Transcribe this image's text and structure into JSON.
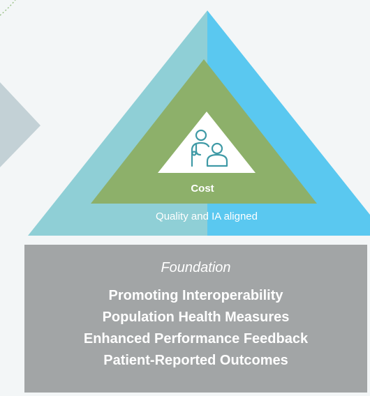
{
  "pyramid": {
    "top_label": "Cost",
    "middle_label": "Quality and IA aligned",
    "icon": "doctor-patient-icon"
  },
  "foundation": {
    "title": "Foundation",
    "items": [
      "Promoting Interoperability",
      "Population Health Measures",
      "Enhanced Performance Feedback",
      "Patient-Reported Outcomes"
    ]
  },
  "colors": {
    "background": "#f3f6f7",
    "outer_triangle_left": "#8fcfd6",
    "outer_triangle_right": "#5ac8f0",
    "middle_triangle": "#8db06a",
    "inner_triangle": "#ffffff",
    "icon_stroke": "#3f9aa6",
    "foundation_box": "#a2a5a6",
    "arrow_shape": "#c3d1d6"
  }
}
